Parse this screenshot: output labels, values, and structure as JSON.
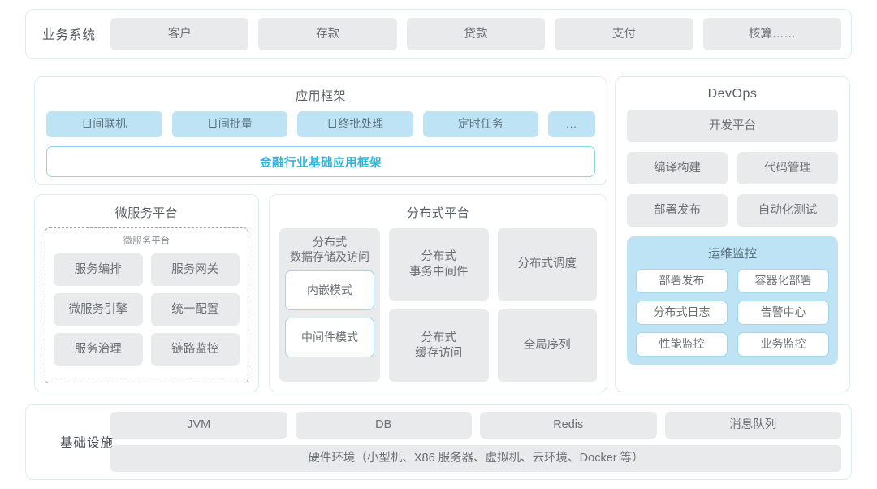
{
  "colors": {
    "panel_border": "#d8eef5",
    "chip_gray": "#e9eaeb",
    "chip_blue": "#bde3f4",
    "accent_cyan": "#2fb5d9",
    "text_gray": "#6b7076"
  },
  "business_row": {
    "label": "业务系统",
    "items": [
      "客户",
      "存款",
      "贷款",
      "支付",
      "核算……"
    ]
  },
  "app_framework": {
    "title": "应用框架",
    "chips": [
      "日间联机",
      "日间批量",
      "日终批处理",
      "定时任务",
      "..."
    ],
    "base_bar": "金融行业基础应用框架"
  },
  "devops": {
    "title": "DevOps",
    "platform": "开发平台",
    "rows": [
      [
        "编译构建",
        "代码管理"
      ],
      [
        "部署发布",
        "自动化测试"
      ]
    ],
    "ops_monitor": {
      "title": "运维监控",
      "rows": [
        [
          "部署发布",
          "容器化部署"
        ],
        [
          "分布式日志",
          "告警中心"
        ],
        [
          "性能监控",
          "业务监控"
        ]
      ]
    }
  },
  "microservice": {
    "title": "微服务平台",
    "inner_label": "微服务平台",
    "rows": [
      [
        "服务编排",
        "服务网关"
      ],
      [
        "微服务引擎",
        "统一配置"
      ],
      [
        "服务治理",
        "链路监控"
      ]
    ]
  },
  "distributed": {
    "title": "分布式平台",
    "storage": {
      "title": "分布式\n数据存储及访问",
      "modes": [
        "内嵌模式",
        "中间件模式"
      ]
    },
    "column2": [
      "分布式\n事务中间件",
      "分布式\n缓存访问"
    ],
    "column3": [
      "分布式调度",
      "全局序列"
    ]
  },
  "infrastructure": {
    "label": "基础设施",
    "items": [
      "JVM",
      "DB",
      "Redis",
      "消息队列"
    ],
    "hardware": "硬件环境（小型机、X86 服务器、虚拟机、云环境、Docker 等）"
  }
}
